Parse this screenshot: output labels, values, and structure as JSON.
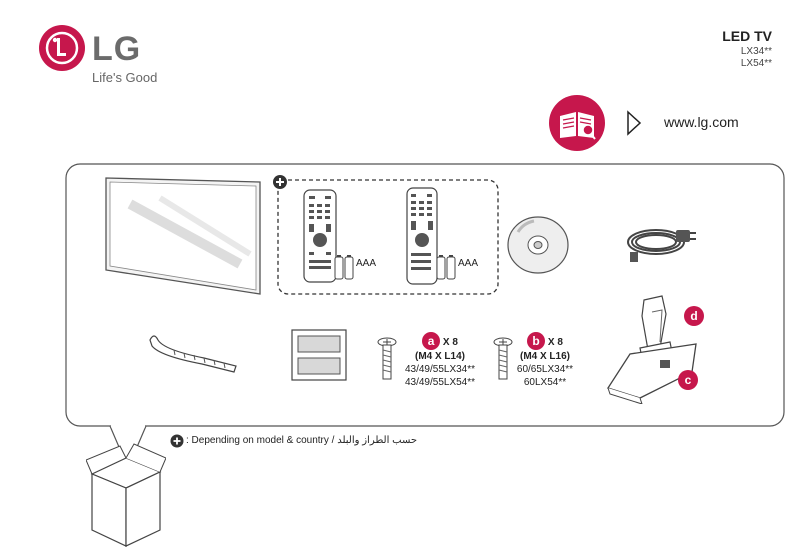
{
  "brand": {
    "name": "LG",
    "tagline": "Life's Good"
  },
  "product": {
    "title": "LED TV",
    "models": [
      "LX34**",
      "LX54**"
    ]
  },
  "web": {
    "url": "www.lg.com"
  },
  "remotes": {
    "battery_label_1": "AAA",
    "battery_label_2": "AAA"
  },
  "screws": {
    "a": {
      "badge": "a",
      "count": "X 8",
      "spec": "(M4 X L14)",
      "models": [
        "43/49/55LX34**",
        "43/49/55LX54**"
      ]
    },
    "b": {
      "badge": "b",
      "count": "X 8",
      "spec": "(M4 X L16)",
      "models": [
        "60/65LX34**",
        "60LX54**"
      ]
    }
  },
  "stand": {
    "label_c": "c",
    "label_d": "d"
  },
  "footnote": {
    "text": ": Depending on model & country / حسب الطراز والبلد"
  },
  "colors": {
    "brand": "#c6174c",
    "line": "#555555"
  }
}
